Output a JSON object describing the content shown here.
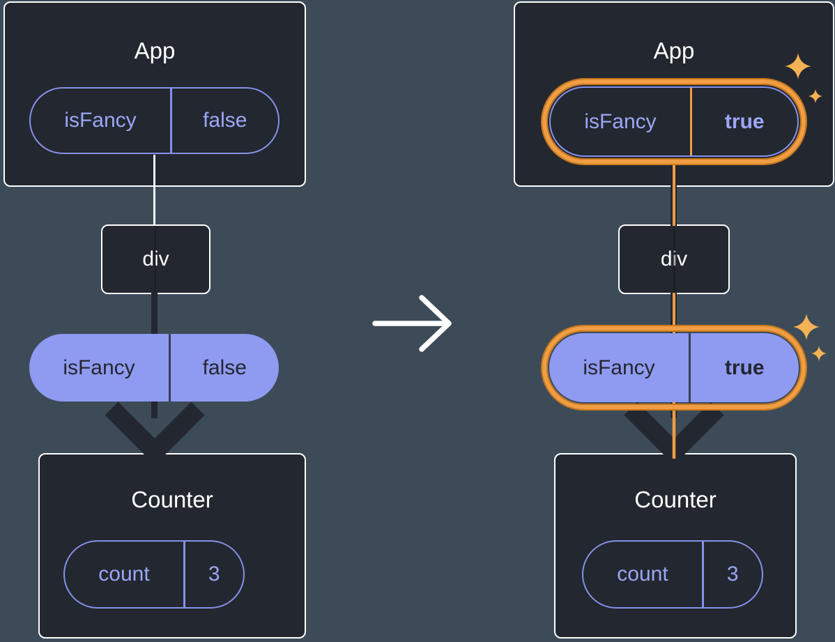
{
  "colors": {
    "background": "#3d4b59",
    "card": "#23272f",
    "card_border": "#ffffff",
    "purple_text": "#9ba7f7",
    "purple_border": "#8591ea",
    "pill_fill": "#8f9af1",
    "dark_text": "#23272f",
    "orange": "#f09d43",
    "orange_dark": "#c8781f",
    "sparkle": "#f3b253",
    "white_arrow": "#ffffff"
  },
  "icons": {
    "sparkle": "four-point-star",
    "transition_arrow": "right-arrow",
    "flow_arrow": "down-chevron"
  },
  "left": {
    "app_title": "App",
    "app_pill": {
      "key": "isFancy",
      "value": "false"
    },
    "div_label": "div",
    "prop_pill": {
      "key": "isFancy",
      "value": "false"
    },
    "counter_title": "Counter",
    "counter_pill": {
      "key": "count",
      "value": "3"
    }
  },
  "right": {
    "app_title": "App",
    "app_pill": {
      "key": "isFancy",
      "value": "true"
    },
    "div_label": "div",
    "prop_pill": {
      "key": "isFancy",
      "value": "true"
    },
    "counter_title": "Counter",
    "counter_pill": {
      "key": "count",
      "value": "3"
    }
  }
}
